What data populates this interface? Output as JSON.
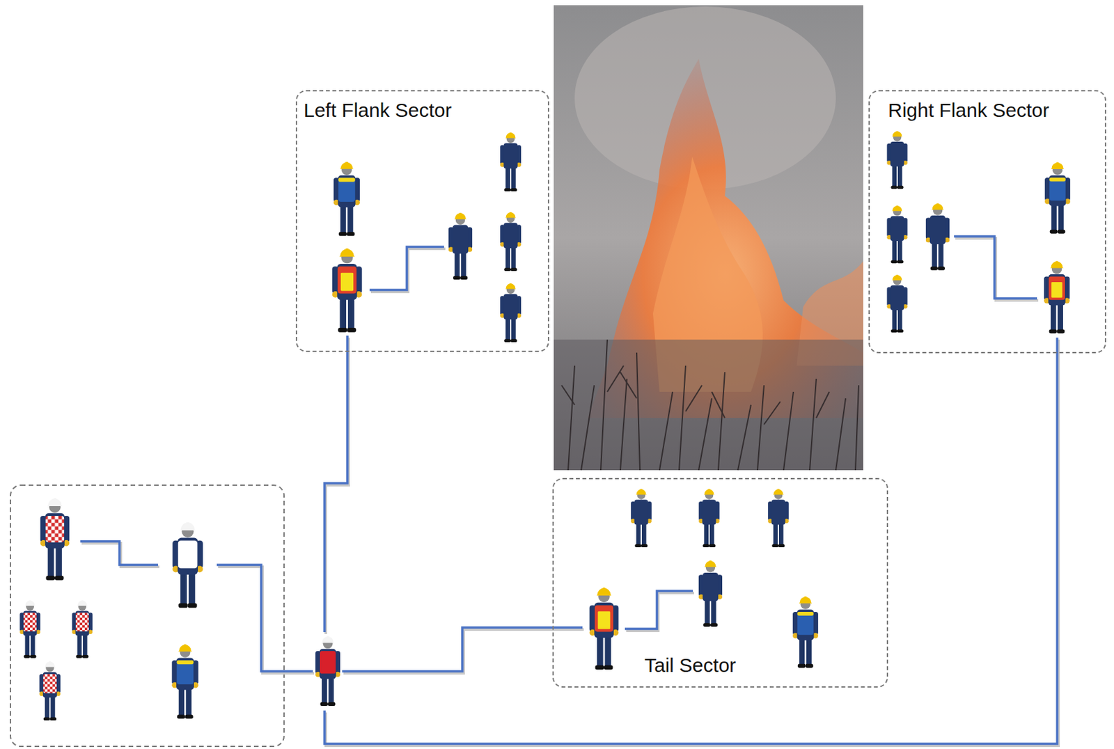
{
  "diagram": {
    "nodes": [
      {
        "text": [
          "Left Flank Sector"
        ]
      },
      {
        "text": [
          "Right Flank Sector"
        ]
      },
      {
        "text": [
          "Tail Sector"
        ]
      }
    ]
  }
}
